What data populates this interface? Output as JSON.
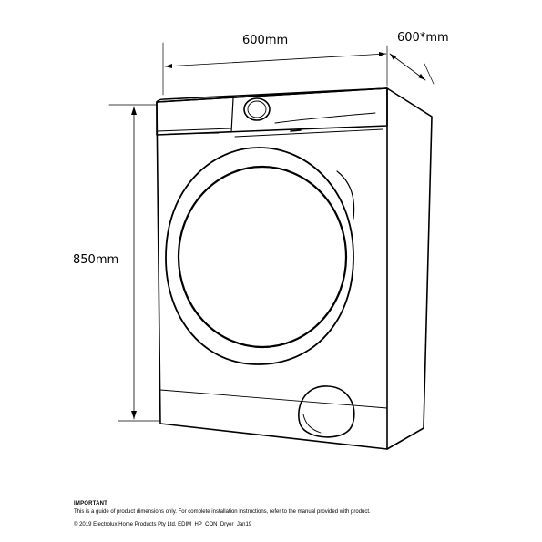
{
  "dimensions": {
    "width": "600mm",
    "depth": "600*mm",
    "height": "850mm"
  },
  "footer": {
    "heading": "IMPORTANT",
    "note": "This is a guide of product dimensions only. For complete installation instructions, refer to the manual provided with product.",
    "copyright": "© 2019 Electrolux Home Products Pty Ltd. EDIM_HP_CON_Dryer_Jan19"
  },
  "colors": {
    "line": "#000000",
    "background": "#ffffff"
  }
}
